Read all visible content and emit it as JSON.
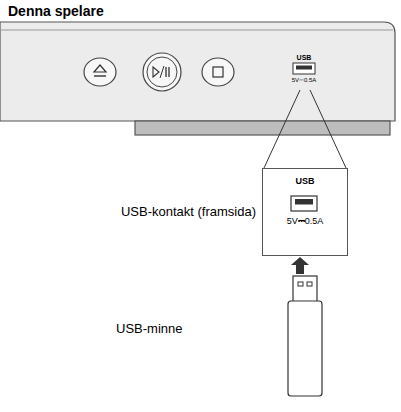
{
  "diagram": {
    "title": "Denna spelare",
    "nodes": [
      {
        "text": [
          "USB",
          "5V⎓0.5A"
        ]
      }
    ],
    "labels": [
      "USB",
      "5V⎓0.5A",
      "USB-kontakt (framsida)",
      "USB-minne"
    ]
  }
}
